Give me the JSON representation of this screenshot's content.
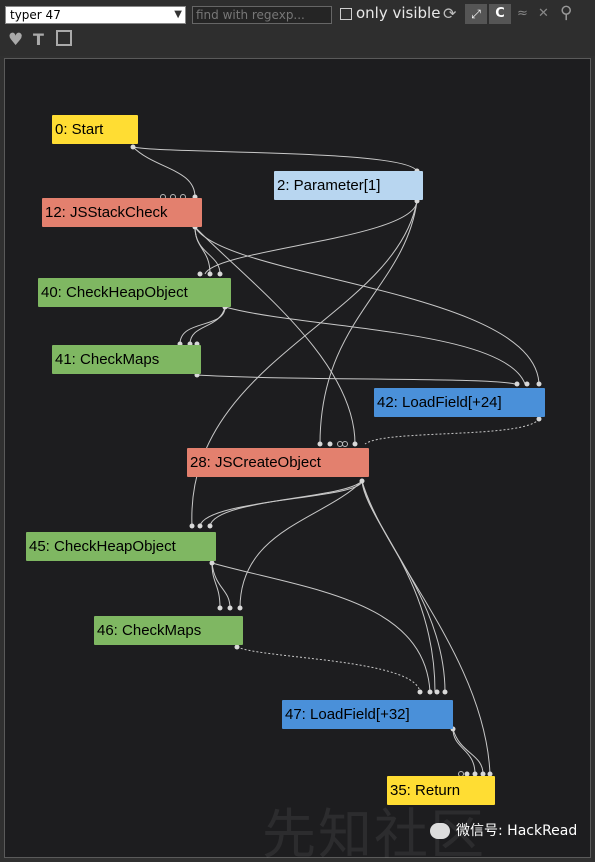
{
  "toolbar": {
    "phase_select": "typer 47",
    "regex_placeholder": "find with regexp...",
    "only_visible_label": "only visible"
  },
  "colors": {
    "start": "#ffdd33",
    "parameter": "#b8d6f0",
    "js": "#e3806e",
    "check": "#7fb762",
    "load": "#4a90d9",
    "return": "#ffdd33"
  },
  "nodes": [
    {
      "id": "n0",
      "label": "0: Start",
      "kind": "start"
    },
    {
      "id": "n2",
      "label": "2: Parameter[1]",
      "kind": "parameter"
    },
    {
      "id": "n12",
      "label": "12: JSStackCheck",
      "kind": "js"
    },
    {
      "id": "n40",
      "label": "40: CheckHeapObject",
      "kind": "check"
    },
    {
      "id": "n41",
      "label": "41: CheckMaps",
      "kind": "check"
    },
    {
      "id": "n42",
      "label": "42: LoadField[+24]",
      "kind": "load"
    },
    {
      "id": "n28",
      "label": "28: JSCreateObject",
      "kind": "js"
    },
    {
      "id": "n45",
      "label": "45: CheckHeapObject",
      "kind": "check"
    },
    {
      "id": "n46",
      "label": "46: CheckMaps",
      "kind": "check"
    },
    {
      "id": "n47",
      "label": "47: LoadField[+32]",
      "kind": "load"
    },
    {
      "id": "n35",
      "label": "35: Return",
      "kind": "return"
    }
  ],
  "watermark": {
    "text": "先知社区",
    "badge": "微信号: HackRead"
  }
}
